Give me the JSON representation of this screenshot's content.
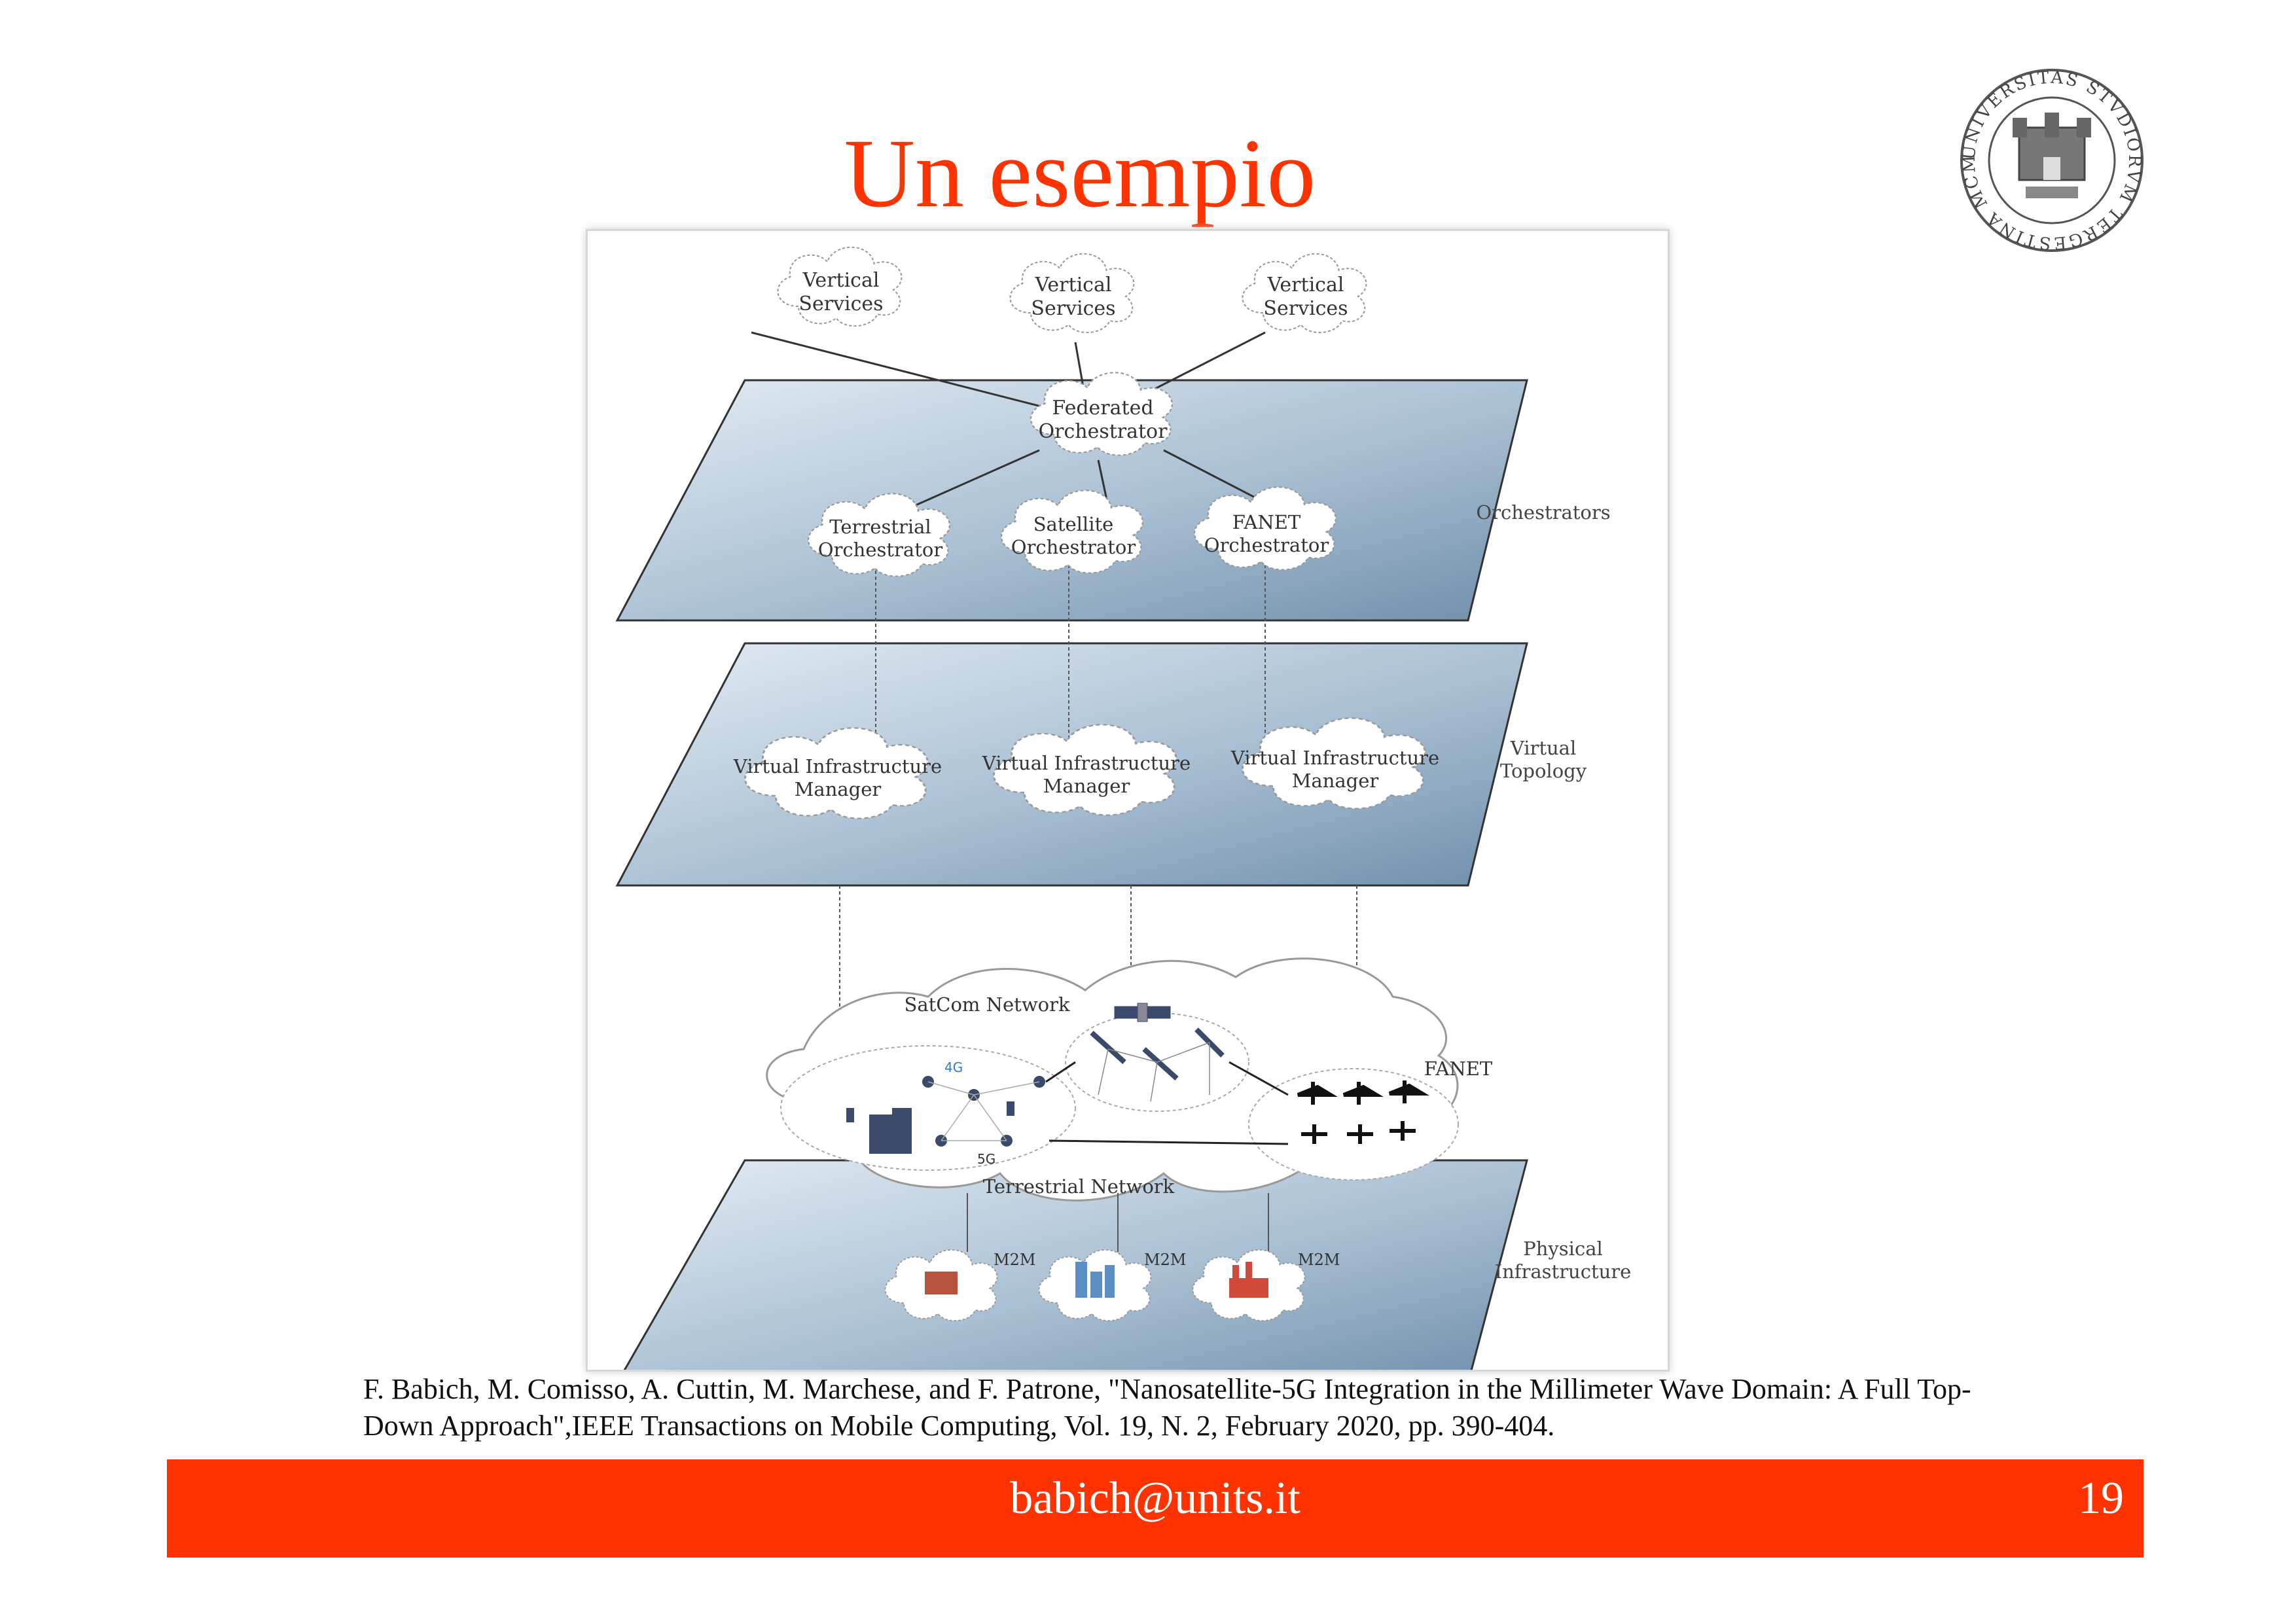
{
  "slide": {
    "title": "Un esempio",
    "page_number": "19",
    "footer_email": "babich@units.it"
  },
  "colors": {
    "accent": "#ff3300",
    "plane_dark": "#6f8fab",
    "plane_light": "#e3ecf4"
  },
  "logo": {
    "seal_text": "UNIVERSITAS STVDIORVM TERGESTINA MCMXXIV",
    "icon": "university-seal-icon"
  },
  "diagram": {
    "vertical_services": [
      "Vertical\nServices",
      "Vertical\nServices",
      "Vertical\nServices"
    ],
    "federated": "Federated\nOrchestrator",
    "orchestrators": [
      "Terrestrial\nOrchestrator",
      "Satellite\nOrchestrator",
      "FANET\nOrchestrator"
    ],
    "vims": [
      "Virtual Infrastructure\nManager",
      "Virtual Infrastructure\nManager",
      "Virtual Infrastructure\nManager"
    ],
    "layer_labels": {
      "orchestrators": "Orchestrators",
      "virtual": "Virtual\nTopology",
      "physical": "Physical\nInfrastructure"
    },
    "networks": {
      "satcom": "SatCom Network",
      "fanet": "FANET",
      "terrestrial": "Terrestrial Network"
    },
    "m2m": [
      "M2M",
      "M2M",
      "M2M"
    ],
    "tech_badges": [
      "4G",
      "5G"
    ]
  },
  "citation": {
    "line1": "F. Babich, M. Comisso, A. Cuttin, M. Marchese, and F. Patrone, \"Nanosatellite-5G Integration in the Millimeter Wave Domain: A Full Top-",
    "line2": "Down Approach\",IEEE Transactions on Mobile Computing, Vol. 19, N. 2, February 2020, pp. 390-404."
  }
}
